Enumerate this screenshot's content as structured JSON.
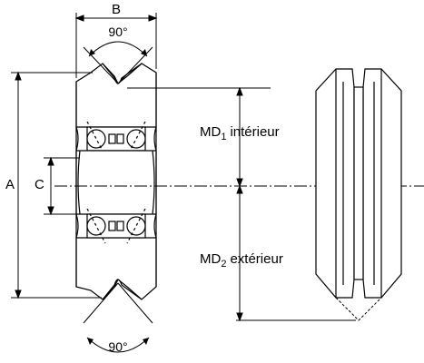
{
  "labels": {
    "width": "B",
    "outer_diameter": "A",
    "inner_diameter": "C",
    "angle_top": "90°",
    "angle_bottom": "90°",
    "md1_base": "MD",
    "md1_sub": "1",
    "md1_word": "intérieur",
    "md2_base": "MD",
    "md2_sub": "2",
    "md2_word": "extérieur"
  },
  "colors": {
    "stroke": "#000000",
    "background": "#ffffff"
  }
}
